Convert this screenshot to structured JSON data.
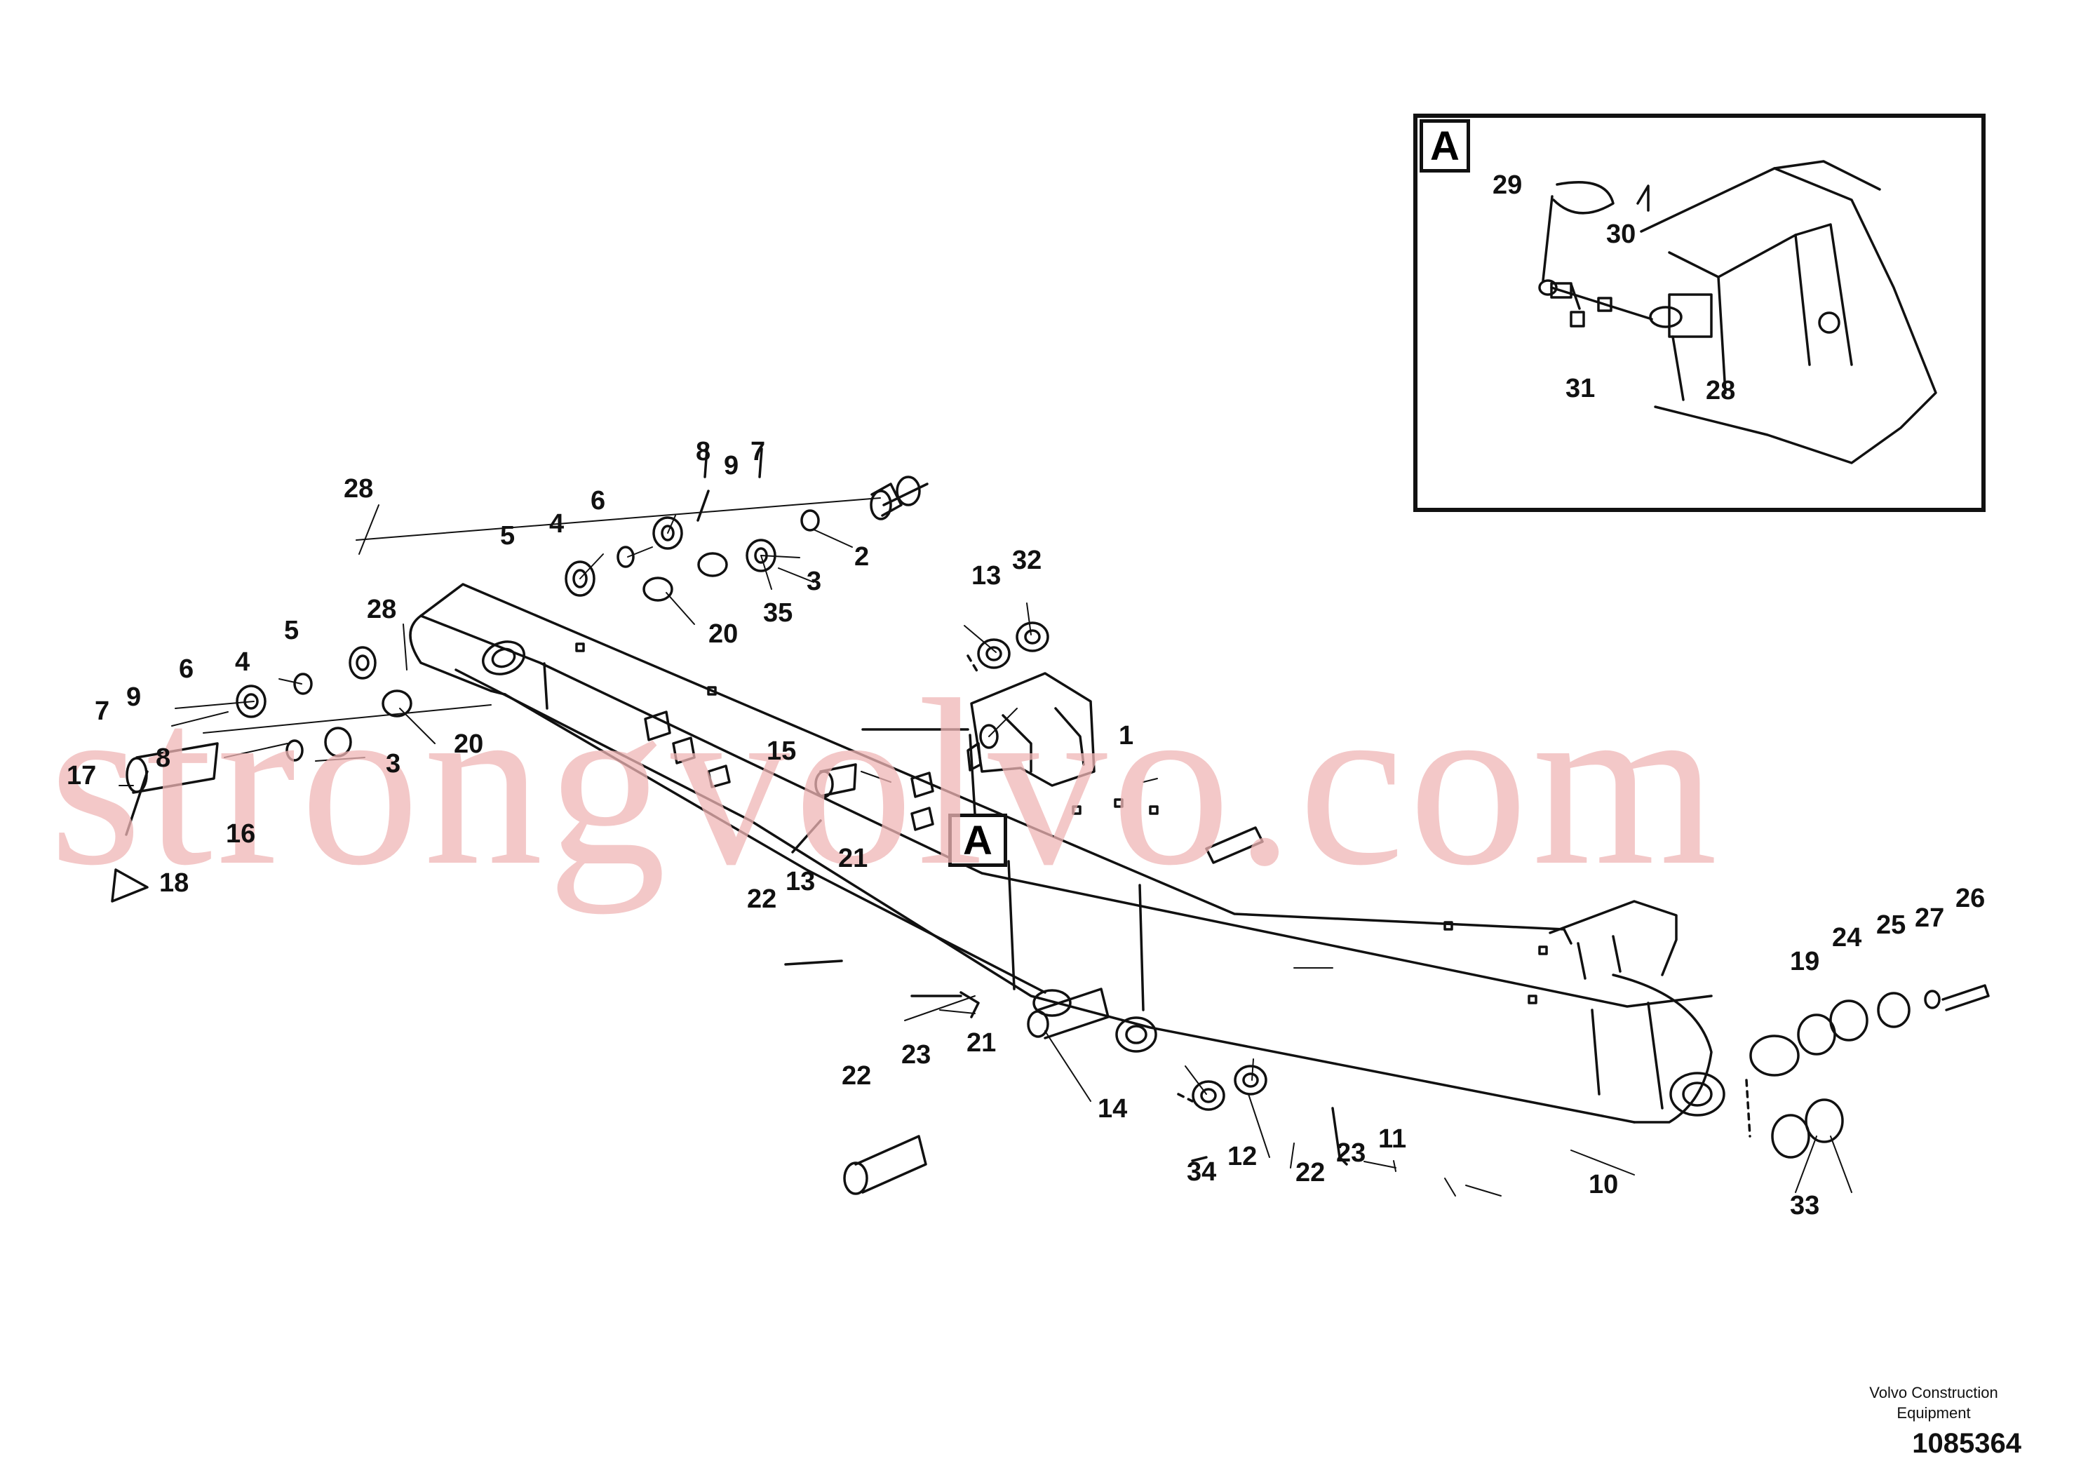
{
  "inset": {
    "tag": "A",
    "labels": [
      "29",
      "30",
      "31",
      "28"
    ]
  },
  "detail_marker": "A",
  "watermark": "strongvolvo.com",
  "footer": {
    "brand": "Volvo Construction Equipment",
    "number": "1085364"
  },
  "callouts": [
    "1",
    "2",
    "3",
    "4",
    "5",
    "6",
    "7",
    "8",
    "9",
    "10",
    "11",
    "12",
    "13",
    "14",
    "15",
    "16",
    "17",
    "18",
    "19",
    "20",
    "21",
    "22",
    "23",
    "24",
    "25",
    "26",
    "27",
    "28",
    "32",
    "33",
    "34",
    "35"
  ]
}
